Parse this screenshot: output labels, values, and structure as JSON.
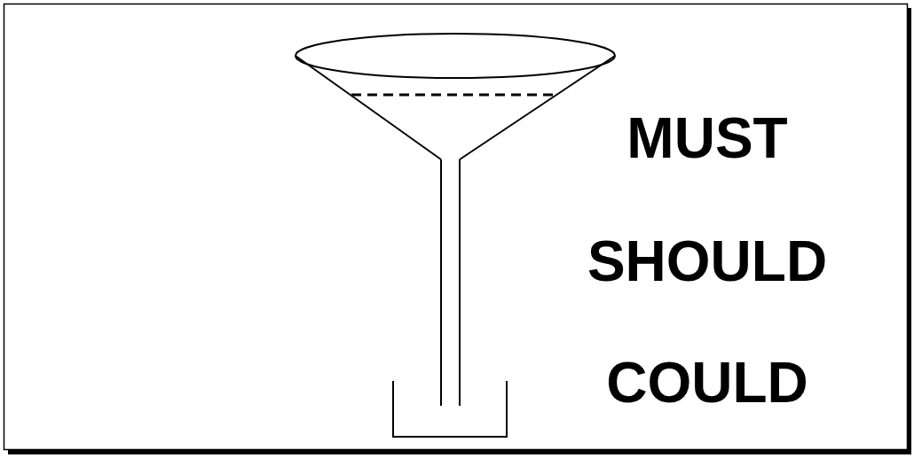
{
  "diagram": {
    "labels": [
      "MUST",
      "SHOULD",
      "COULD"
    ]
  }
}
